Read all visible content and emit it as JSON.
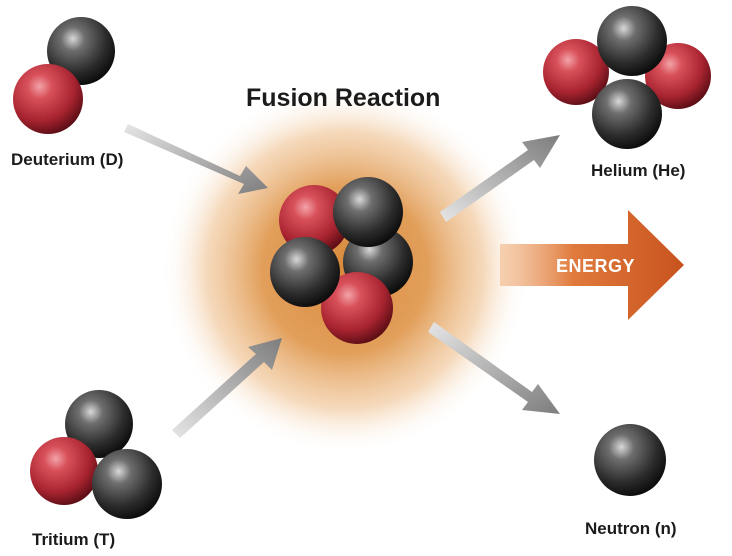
{
  "title": "Fusion Reaction",
  "labels": {
    "deuterium": "Deuterium (D)",
    "tritium": "Tritium (T)",
    "helium": "Helium (He)",
    "neutron": "Neutron (n)",
    "energy": "ENERGY"
  },
  "colors": {
    "proton": "#c0303a",
    "neutron": "#3a3a3a",
    "glow": "#d98a3c",
    "energy_arrow": "#d4662a",
    "flow_arrow": "#8a8a8a",
    "text": "#1b1b1b"
  },
  "particles": {
    "deuterium": [
      "neutron",
      "proton"
    ],
    "tritium": [
      "neutron",
      "proton",
      "neutron"
    ],
    "helium": [
      "proton",
      "neutron",
      "proton",
      "neutron"
    ],
    "neutron_out": [
      "neutron"
    ],
    "fusing_cluster": [
      "proton",
      "neutron",
      "neutron",
      "neutron",
      "proton"
    ]
  }
}
